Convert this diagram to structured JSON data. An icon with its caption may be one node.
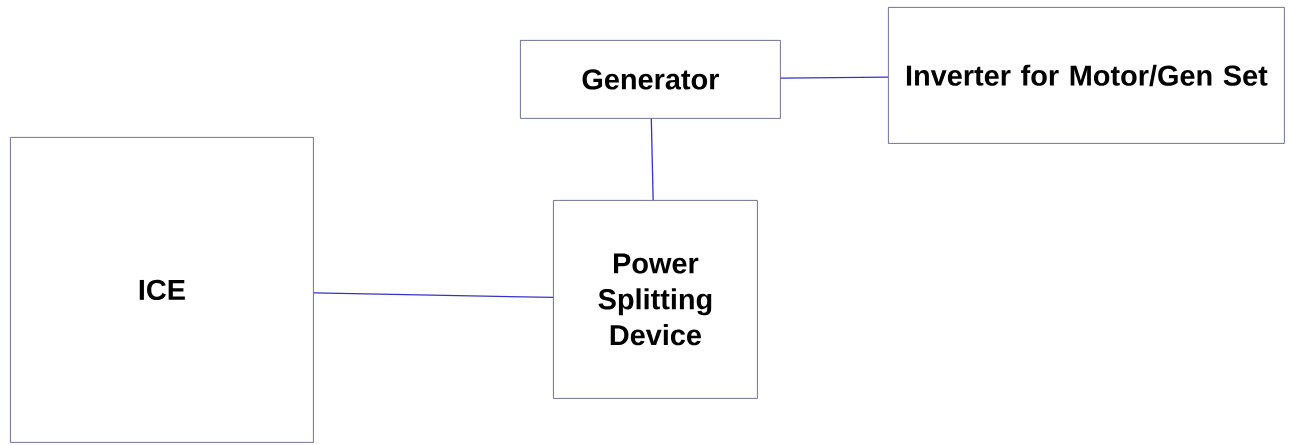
{
  "diagram": {
    "nodes": [
      {
        "text": [
          "ICE"
        ]
      },
      {
        "text": [
          "Generator"
        ]
      },
      {
        "text": [
          "Inverter for Motor/Gen Set"
        ]
      },
      {
        "text": [
          "Power Splitting Device"
        ]
      }
    ],
    "edges": [
      {
        "from": 0,
        "to": 3,
        "arrow": "none"
      },
      {
        "from": 1,
        "to": 3,
        "arrow": "none"
      },
      {
        "from": 1,
        "to": 2,
        "arrow": "none"
      }
    ]
  }
}
